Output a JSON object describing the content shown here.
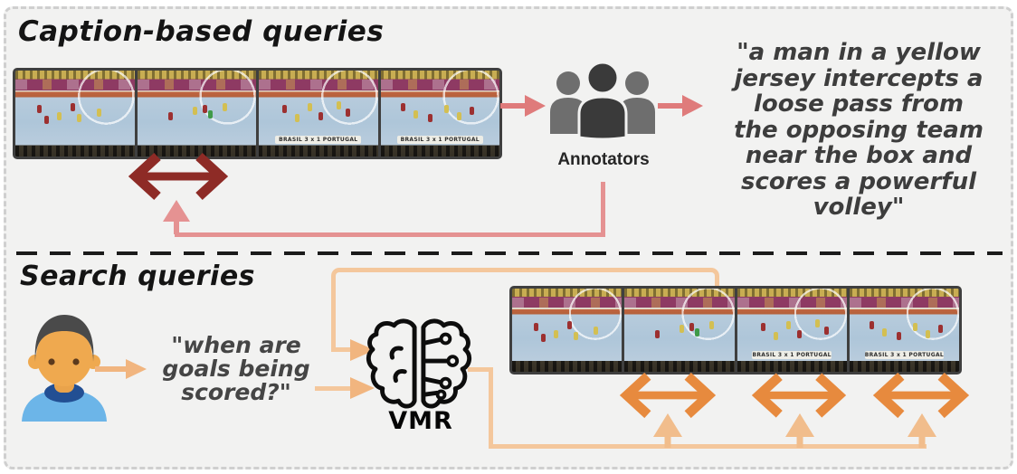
{
  "figure": {
    "top_section": {
      "title": "Caption-based queries",
      "annotators_label": "Annotators",
      "caption_quote_lines": [
        "\"a man in a yellow",
        "jersey intercepts a",
        "loose pass from",
        "the opposing team",
        "near the box and",
        "scores a powerful",
        "volley\""
      ]
    },
    "bottom_section": {
      "title": "Search queries",
      "search_query_lines": [
        "\"when are",
        "goals being",
        "scored?\""
      ],
      "model_label": "VMR"
    },
    "video_frames": {
      "scoreboard_text": "BRASIL 3 x 1 PORTUGAL",
      "frames_per_strip": 4
    },
    "colors": {
      "background": "#f2f2f1",
      "outer_dashed_border": "#cfcfcf",
      "divider_dash": "#1b1b1b",
      "temporal_arrow_dark_red": "#8e2b26",
      "pink_arrow": "#df7b7b",
      "pink_feedback_line": "#e59292",
      "orange_temporal_arrow": "#e78a3e",
      "peach_connector": "#f4c79c",
      "peach_arrowhead": "#f1b57f"
    },
    "icons": [
      "annotators-group-icon",
      "person-icon",
      "brain-circuit-icon"
    ]
  }
}
